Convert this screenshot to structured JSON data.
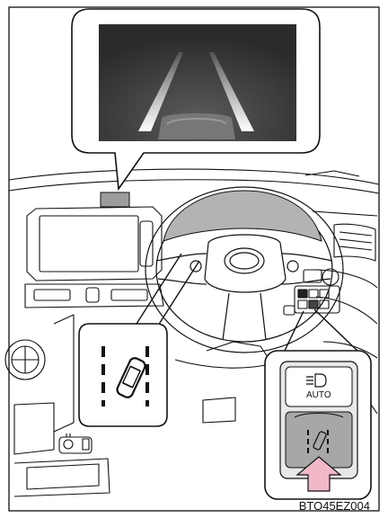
{
  "figure": {
    "image_code": "BTO45EZ004",
    "switch_label": "AUTO"
  },
  "icons": {
    "head_up_display": "hud-lane-display",
    "meter_lane_icon": "lane-departure-icon",
    "headlight_icon": "auto-headlight-icon",
    "lta_switch_icon": "lane-departure-switch-icon",
    "press_arrow": "pink-press-arrow"
  },
  "colors": {
    "line": "#111111",
    "hud_gray": "#3a3a3a",
    "meter_gray": "#b3b3b3",
    "switch_gray": "#a7a7a7",
    "arrow_pink": "#f2b8c8"
  }
}
